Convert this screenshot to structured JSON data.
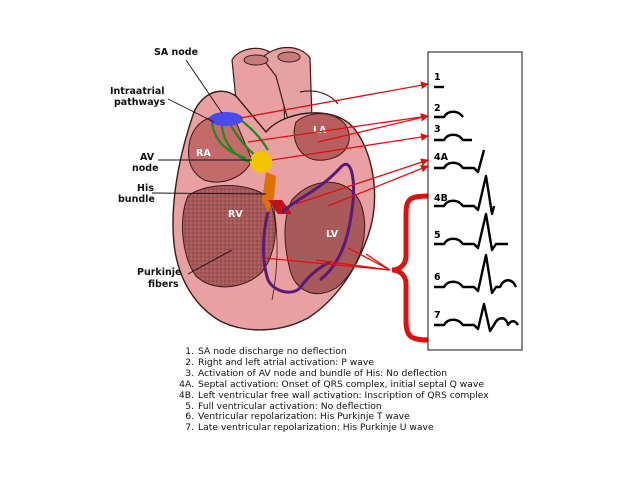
{
  "labels": {
    "sa_node": "SA node",
    "intraatrial_1": "Intraatrial",
    "intraatrial_2": "pathways",
    "av_node_1": "AV",
    "av_node_2": "node",
    "his_1": "His",
    "his_2": "bundle",
    "purkinje_1": "Purkinje",
    "purkinje_2": "fibers",
    "ra": "RA",
    "la": "LA",
    "rv": "RV",
    "lv": "LV"
  },
  "trace_numbers": [
    "1",
    "2",
    "3",
    "4A",
    "4B",
    "5",
    "6",
    "7"
  ],
  "legend": [
    {
      "num": "1.",
      "text": "SA node discharge no deflection"
    },
    {
      "num": "2.",
      "text": "Right and left atrial activation: P wave"
    },
    {
      "num": "3.",
      "text": "Activation of AV node and bundle of His: No deflection"
    },
    {
      "num": "4A.",
      "text": "Septal activation: Onset of QRS complex, initial septal Q wave"
    },
    {
      "num": "4B.",
      "text": "Left ventricular free wall activation: Inscription of QRS complex"
    },
    {
      "num": "5.",
      "text": "Full ventricular activation: No deflection"
    },
    {
      "num": "6.",
      "text": "Ventricular repolarization: His Purkinje T wave"
    },
    {
      "num": "7.",
      "text": "Late ventricular repolarization: His Purkinje U wave"
    }
  ],
  "colors": {
    "heart_outer": "#e8a0a0",
    "heart_inner": "#a85a5a",
    "sa_node": "#4a4af0",
    "pathways": "#1f8a1f",
    "av_node": "#f5c400",
    "his_bundle": "#e07000",
    "purkinje": "#5a1a7a",
    "arrows": "#e01010"
  }
}
